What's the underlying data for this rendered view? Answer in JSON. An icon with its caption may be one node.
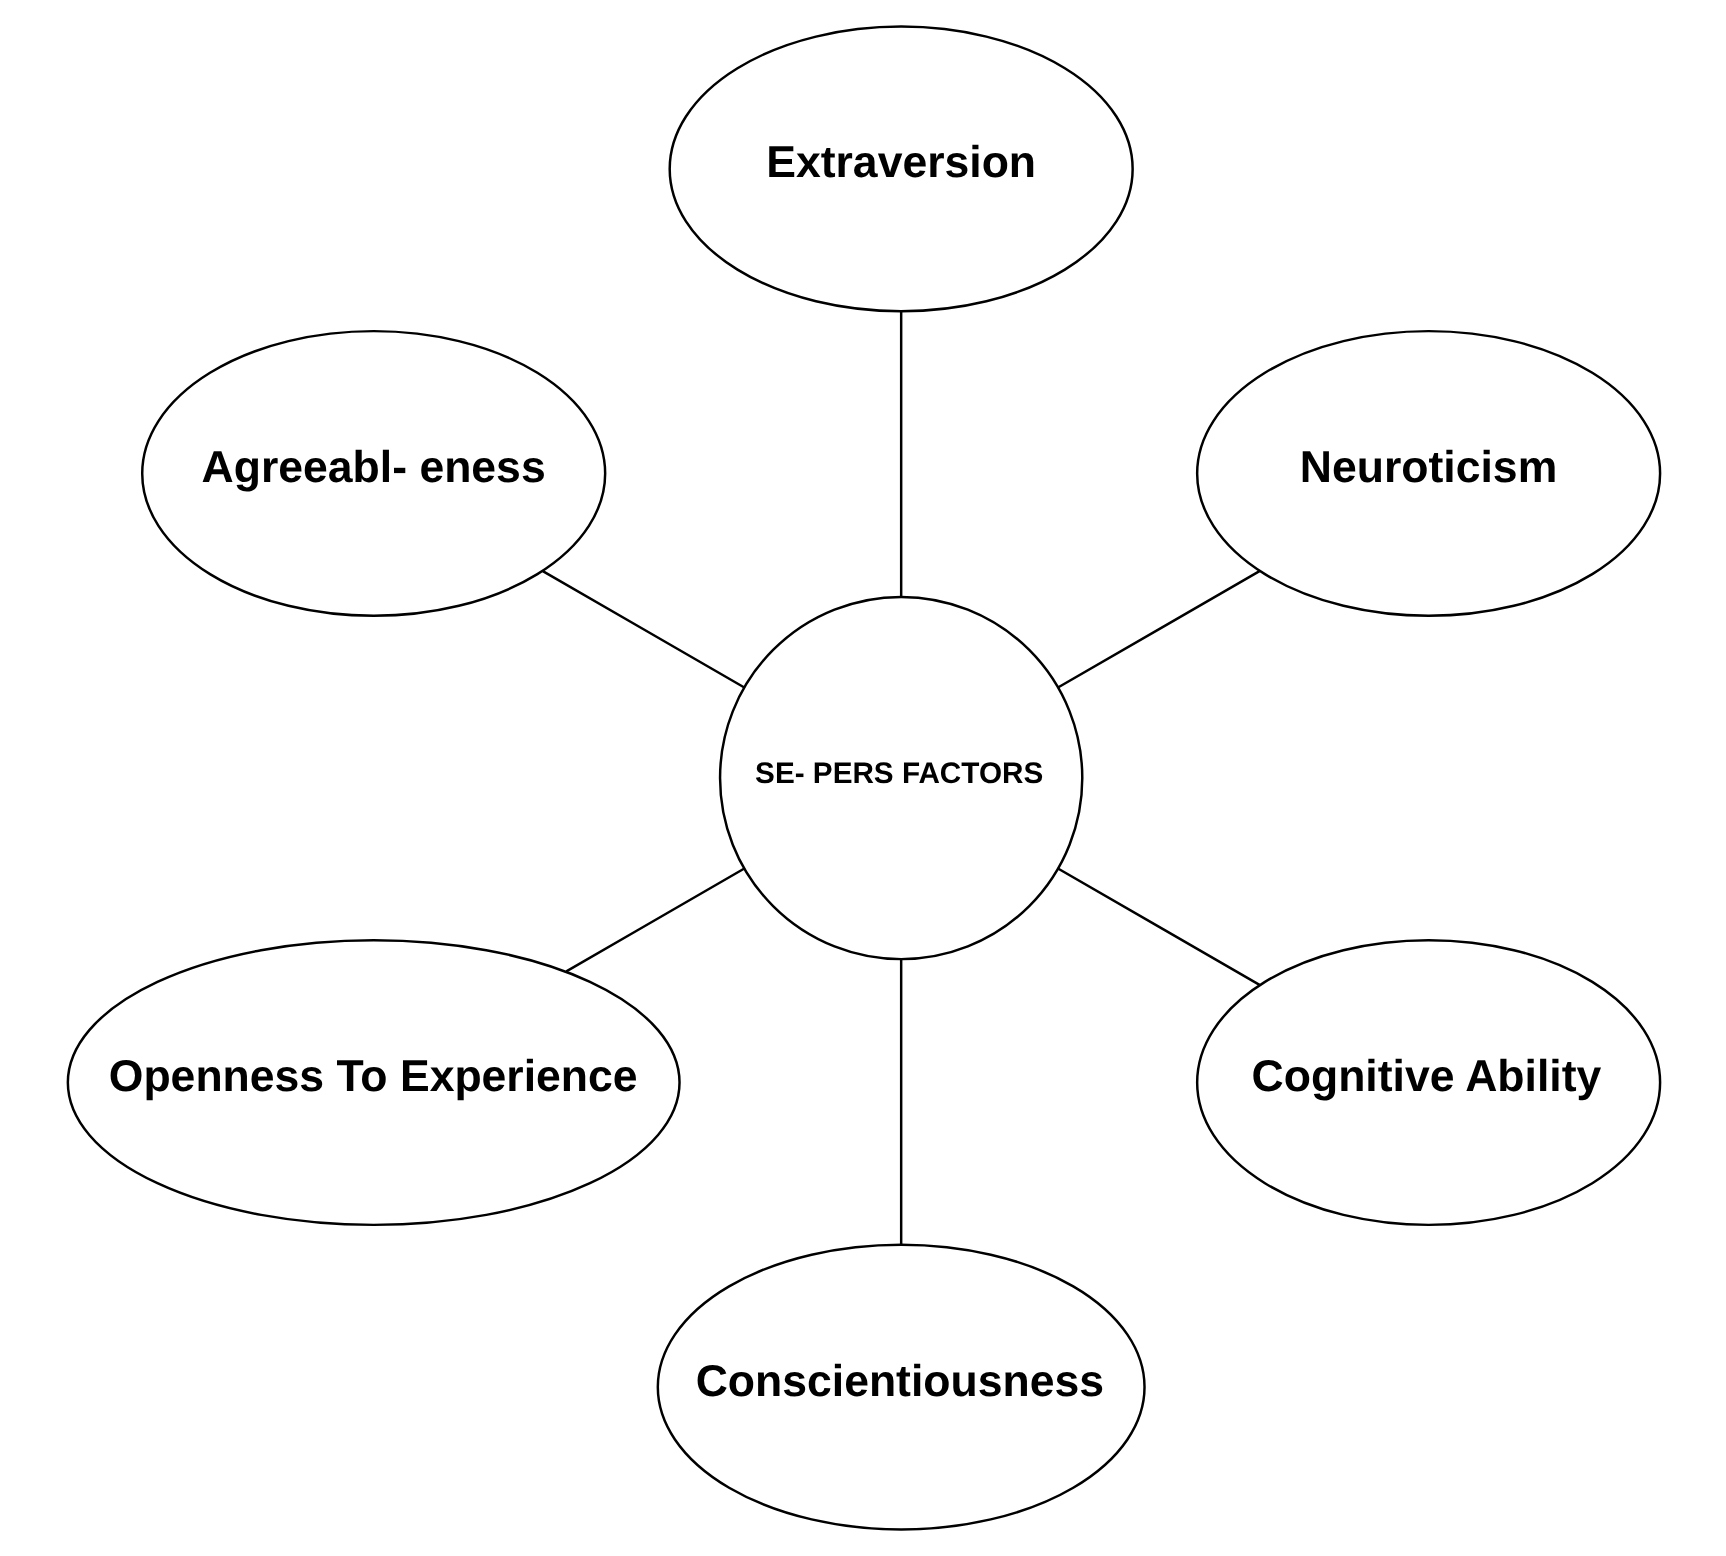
{
  "diagram": {
    "nodes": [
      {
        "text": [
          "Neuroticism"
        ]
      },
      {
        "text": [
          "Extraversion"
        ]
      },
      {
        "text": [
          "Agreeabl- eness"
        ]
      },
      {
        "text": [
          "SE- PERS FACTORS"
        ]
      },
      {
        "text": [
          "Openness To Experience"
        ]
      },
      {
        "text": [
          "Conscientiousness"
        ]
      },
      {
        "text": [
          "Cognitive Ability"
        ]
      }
    ],
    "edges": [
      {
        "from": 3,
        "to": 0,
        "arrow": "none"
      },
      {
        "from": 3,
        "to": 1,
        "arrow": "none"
      },
      {
        "from": 3,
        "to": 2,
        "arrow": "none"
      },
      {
        "from": 3,
        "to": 4,
        "arrow": "none"
      },
      {
        "from": 3,
        "to": 5,
        "arrow": "none"
      },
      {
        "from": 3,
        "to": 6,
        "arrow": "none"
      }
    ]
  }
}
